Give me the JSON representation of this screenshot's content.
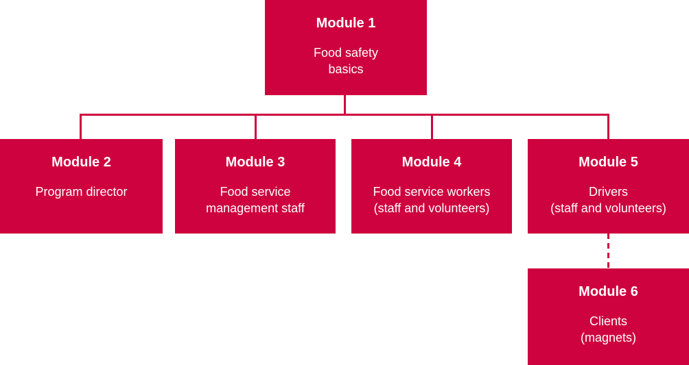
{
  "diagram": {
    "type": "org-chart",
    "accent_color": "#ce023e",
    "text_color": "#ffffff",
    "modules": [
      {
        "id": "module-1",
        "title": "Module 1",
        "subtitle": "Food safety\nbasics"
      },
      {
        "id": "module-2",
        "title": "Module 2",
        "subtitle": "Program director"
      },
      {
        "id": "module-3",
        "title": "Module 3",
        "subtitle": "Food service\nmanagement staff"
      },
      {
        "id": "module-4",
        "title": "Module 4",
        "subtitle": "Food service workers\n(staff and volunteers)"
      },
      {
        "id": "module-5",
        "title": "Module 5",
        "subtitle": "Drivers\n(staff and volunteers)"
      },
      {
        "id": "module-6",
        "title": "Module 6",
        "subtitle": "Clients\n(magnets)"
      }
    ],
    "connections": [
      {
        "from": "module-1",
        "to": "module-2",
        "style": "solid"
      },
      {
        "from": "module-1",
        "to": "module-3",
        "style": "solid"
      },
      {
        "from": "module-1",
        "to": "module-4",
        "style": "solid"
      },
      {
        "from": "module-1",
        "to": "module-5",
        "style": "solid"
      },
      {
        "from": "module-5",
        "to": "module-6",
        "style": "dashed"
      }
    ]
  }
}
